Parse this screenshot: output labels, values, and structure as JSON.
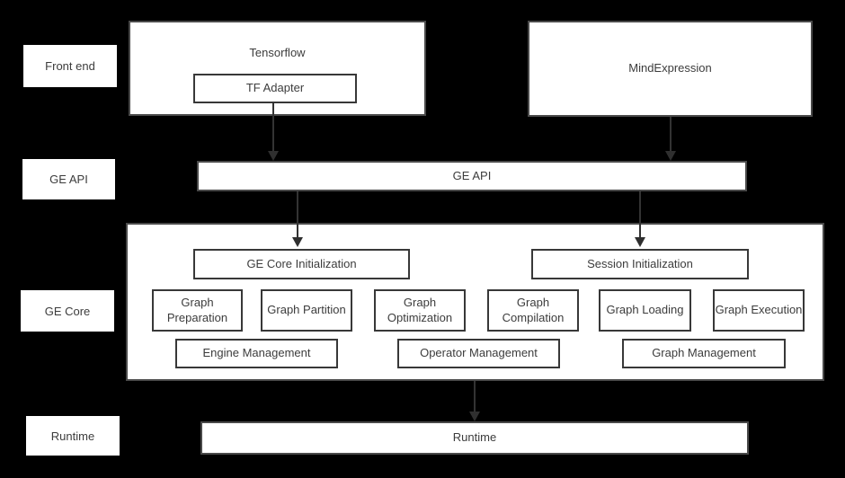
{
  "rows": [
    {
      "label": "Front end"
    },
    {
      "label": "GE API"
    },
    {
      "label": "GE Core"
    },
    {
      "label": "Runtime"
    }
  ],
  "front_end": {
    "tensorflow_title": "Tensorflow",
    "tf_adapter": "TF Adapter",
    "mind_expression": "MindExpression"
  },
  "ge_api": {
    "label": "GE API"
  },
  "ge_core": {
    "init": [
      "GE Core Initialization",
      "Session Initialization"
    ],
    "stages": [
      "Graph Preparation",
      "Graph Partition",
      "Graph Optimization",
      "Graph Compilation",
      "Graph Loading",
      "Graph Execution"
    ],
    "management": [
      "Engine Management",
      "Operator Management",
      "Graph Management"
    ]
  },
  "runtime": {
    "label": "Runtime"
  },
  "colors": {
    "background": "#000000",
    "box_background": "#ffffff",
    "outer_border": "#4a4a4a",
    "inner_border": "#383838",
    "text": "#3c3c3c",
    "arrow": "#333333"
  }
}
